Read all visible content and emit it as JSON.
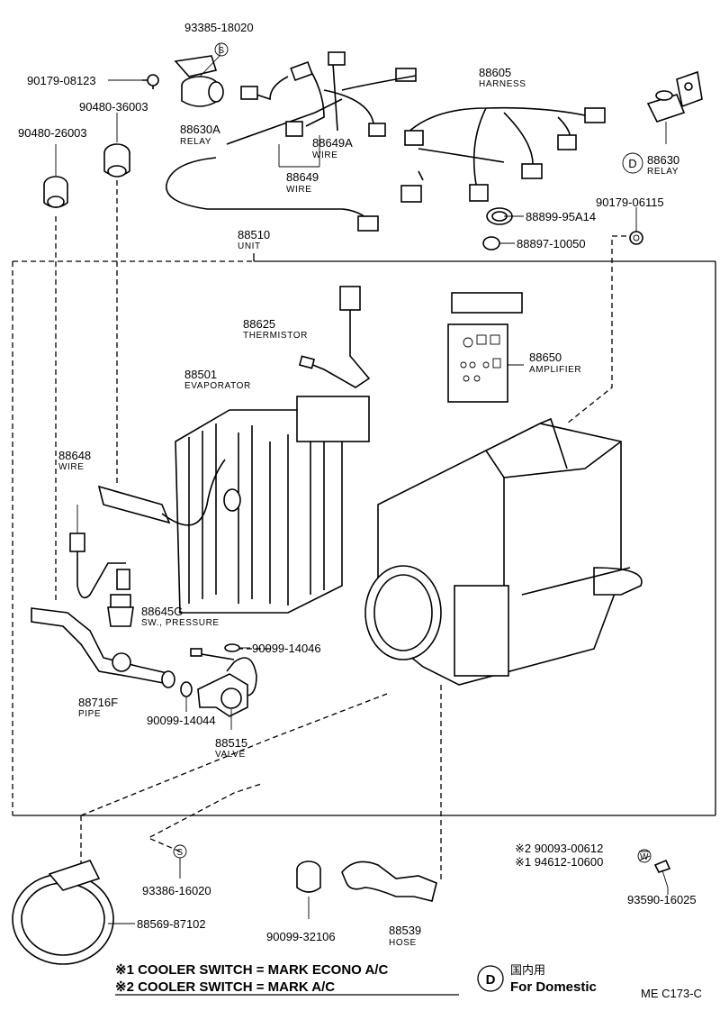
{
  "parts": {
    "p93385_18020": {
      "number": "93385-18020"
    },
    "p90179_08123": {
      "number": "90179-08123"
    },
    "p90480_36003": {
      "number": "90480-36003"
    },
    "p90480_26003": {
      "number": "90480-26003"
    },
    "p88630A": {
      "number": "88630A",
      "name": "RELAY"
    },
    "p88649A": {
      "number": "88649A",
      "name": "WIRE"
    },
    "p88649": {
      "number": "88649",
      "name": "WIRE"
    },
    "p88605": {
      "number": "88605",
      "name": "HARNESS"
    },
    "p88630": {
      "number": "88630",
      "name": "RELAY"
    },
    "p90179_06115": {
      "number": "90179-06115"
    },
    "p88899_95A14": {
      "number": "88899-95A14"
    },
    "p88897_10050": {
      "number": "88897-10050"
    },
    "p88510": {
      "number": "88510",
      "name": "UNIT"
    },
    "p88625": {
      "number": "88625",
      "name": "THERMISTOR"
    },
    "p88650": {
      "number": "88650",
      "name": "AMPLIFIER"
    },
    "p88501": {
      "number": "88501",
      "name": "EVAPORATOR"
    },
    "p88648": {
      "number": "88648",
      "name": "WIRE"
    },
    "p88645G": {
      "number": "88645G",
      "name": "SW., PRESSURE"
    },
    "p90099_14046": {
      "number": "90099-14046"
    },
    "p88716F": {
      "number": "88716F",
      "name": "PIPE"
    },
    "p90099_14044": {
      "number": "90099-14044"
    },
    "p88515": {
      "number": "88515",
      "name": "VALVE"
    },
    "p93386_16020": {
      "number": "93386-16020"
    },
    "p88569_87102": {
      "number": "88569-87102"
    },
    "p90099_32106": {
      "number": "90099-32106"
    },
    "p88539": {
      "number": "88539",
      "name": "HOSE"
    },
    "p90093_00612": {
      "number": "※2 90093-00612"
    },
    "p94612_10600": {
      "number": "※1 94612-10600"
    },
    "p93590_16025": {
      "number": "93590-16025"
    }
  },
  "markers": {
    "s_symbol": "S",
    "w_symbol": "W",
    "d_symbol": "D"
  },
  "footer": {
    "note1": "※1 COOLER SWITCH = MARK ECONO A/C",
    "note2": "※2 COOLER SWITCH = MARK A/C",
    "domestic_jp": "国内用",
    "domestic_en": "For Domestic",
    "ref_code": "ME C173-C"
  }
}
